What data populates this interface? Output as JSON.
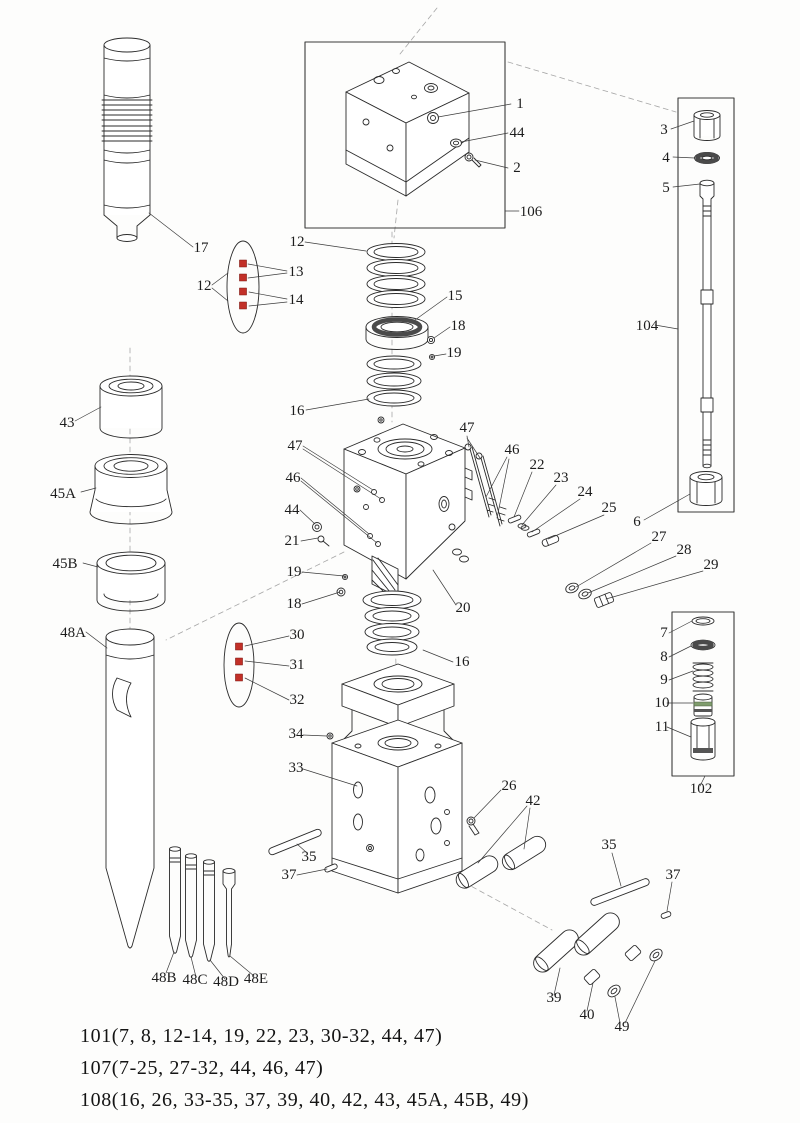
{
  "colors": {
    "seal_marker_red": "#c23028",
    "line": "#2b2b2b"
  },
  "labels": {
    "1": "1",
    "2": "2",
    "3": "3",
    "4": "4",
    "5": "5",
    "6": "6",
    "7": "7",
    "8": "8",
    "9": "9",
    "10": "10",
    "11": "11",
    "12": "12",
    "13": "13",
    "14": "14",
    "15": "15",
    "16": "16",
    "17": "17",
    "18": "18",
    "19": "19",
    "20": "20",
    "21": "21",
    "22": "22",
    "23": "23",
    "24": "24",
    "25": "25",
    "26": "26",
    "27": "27",
    "28": "28",
    "29": "29",
    "30": "30",
    "31": "31",
    "32": "32",
    "33": "33",
    "34": "34",
    "35": "35",
    "37": "37",
    "39": "39",
    "40": "40",
    "42": "42",
    "43": "43",
    "44": "44",
    "45A": "45A",
    "45B": "45B",
    "46": "46",
    "47": "47",
    "48A": "48A",
    "48B": "48B",
    "48C": "48C",
    "48D": "48D",
    "48E": "48E",
    "49": "49",
    "102": "102",
    "104": "104",
    "106": "106"
  },
  "kit_notes": [
    "101(7, 8, 12-14, 19, 22, 23, 30-32, 44, 47)",
    "107(7-25, 27-32, 44, 46, 47)",
    "108(16, 26, 33-35, 37, 39, 40, 42, 43, 45A, 45B, 49)"
  ]
}
